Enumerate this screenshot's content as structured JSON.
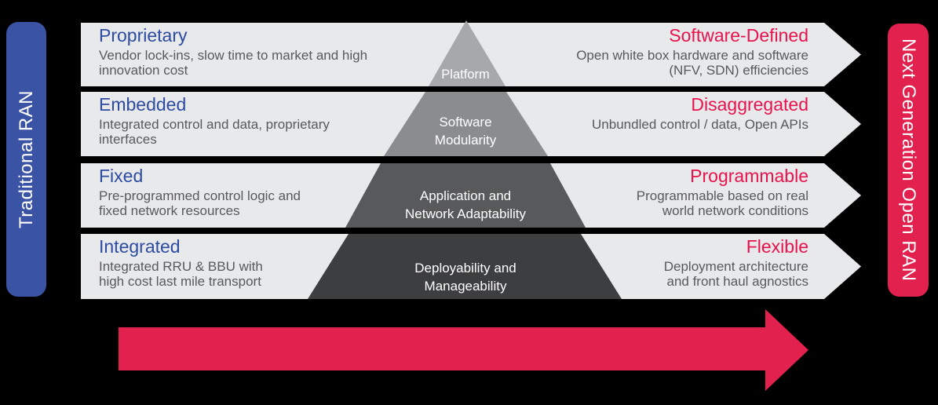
{
  "title": "Traditional RAN vs Next Generation Open RAN evolution diagram",
  "left_bar": {
    "label": "Traditional RAN",
    "color": "#3a53a4"
  },
  "right_bar": {
    "label": "Next Generation Open RAN",
    "color": "#e2214f"
  },
  "rows": [
    {
      "left": {
        "title": "Proprietary",
        "description": "Vendor lock-ins, slow time to market and high\ninnovation cost"
      },
      "pyramid": {
        "label": "Platform",
        "color": "#a6a8ab"
      },
      "right": {
        "title": "Software-Defined",
        "description": "Open white box hardware and software\n(NFV, SDN) efficiencies"
      }
    },
    {
      "left": {
        "title": "Embedded",
        "description": "Integrated control and data, proprietary\ninterfaces"
      },
      "pyramid": {
        "label": "Software\nModularity",
        "color": "#8a8c8f"
      },
      "right": {
        "title": "Disaggregated",
        "description": "Unbundled control / data, Open APIs"
      }
    },
    {
      "left": {
        "title": "Fixed",
        "description": "Pre-programmed control logic and\nfixed network resources"
      },
      "pyramid": {
        "label": "Application and\nNetwork Adaptability",
        "color": "#58595b"
      },
      "right": {
        "title": "Programmable",
        "description": "Programmable based on real\nworld network conditions"
      }
    },
    {
      "left": {
        "title": "Integrated",
        "description": "Integrated RRU & BBU with\nhigh cost last mile transport"
      },
      "pyramid": {
        "label": "Deployability and\nManageability",
        "color": "#3d3e40"
      },
      "right": {
        "title": "Flexible",
        "description": "Deployment architecture\nand front haul agnostics"
      }
    }
  ],
  "colors": {
    "background": "#000000",
    "row_background": "#e8e9ea",
    "traditional_blue": "#3a53a4",
    "title_blue": "#2d4ba1",
    "open_ran_crimson": "#e2214f",
    "title_crimson": "#e8124d",
    "body_text_gray": "#58595b",
    "pyramid_grays": [
      "#a6a8ab",
      "#8a8c8f",
      "#58595b",
      "#3d3e40"
    ]
  }
}
